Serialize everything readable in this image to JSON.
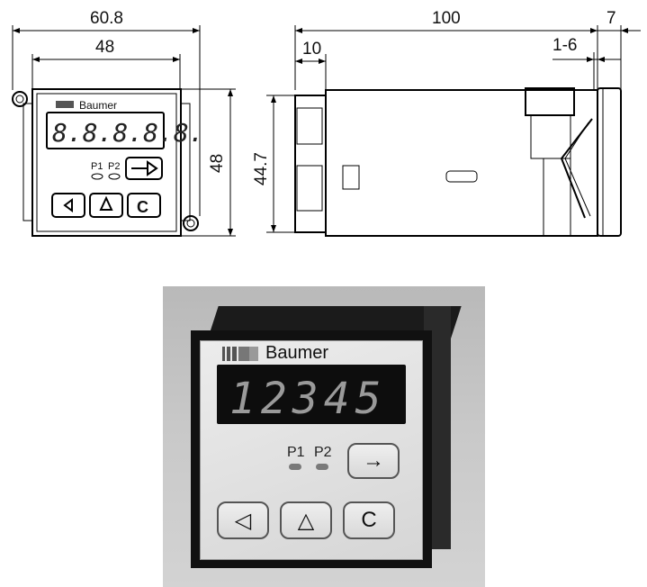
{
  "dimensions": {
    "front_width_overall": "60.8",
    "front_width_panel": "48",
    "front_height": "48",
    "side_length": "100",
    "side_front_depth": "7",
    "side_bezel": "10",
    "side_panel_thickness": "1-6",
    "side_height": "44.7"
  },
  "device": {
    "brand": "Baumer",
    "display_digits": "12345",
    "drawing_digits": "8.8.8.8.8.",
    "led1_label": "P1",
    "led2_label": "P2",
    "button_arrow": "→",
    "button_left": "◁",
    "button_up": "△",
    "button_c": "C"
  }
}
